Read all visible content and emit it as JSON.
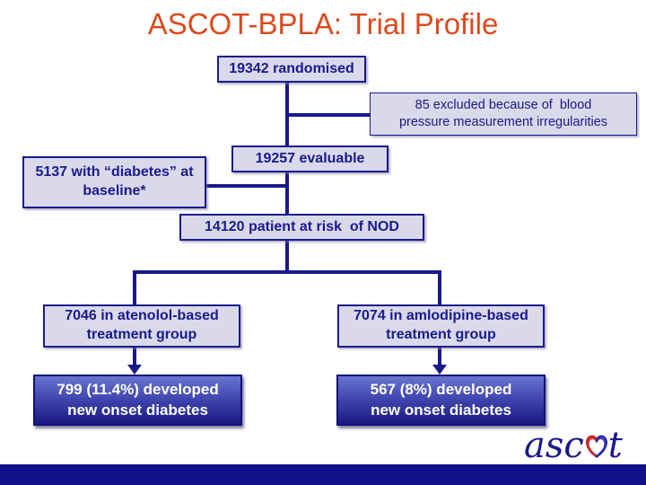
{
  "title": "ASCOT-BPLA: Trial Profile",
  "flowchart": {
    "randomised": "19342 randomised",
    "excluded": "85 excluded because of  blood\npressure measurement irregularities",
    "evaluable": "19257 evaluable",
    "diabetes_baseline": "5137 with “diabetes” at\nbaseline*",
    "at_risk": "14120 patient at risk  of NOD",
    "atenolol_group": "7046 in atenolol-based\ntreatment group",
    "amlodipine_group": "7074 in amlodipine-based\ntreatment group",
    "atenolol_outcome": "799 (11.4%) developed\nnew onset diabetes",
    "amlodipine_outcome": "567 (8%) developed\nnew onset diabetes"
  },
  "logo": {
    "prefix": "asc",
    "suffix": "t"
  },
  "colors": {
    "navy": "#18188C",
    "box_fill": "#D9D9EA",
    "title_color": "#DC4A1E",
    "outcome_gradient_top": "#6A74D0",
    "outcome_gradient_bottom": "#1A1A80",
    "bottom_bar": "#10108A",
    "logo_red": "#CC2222",
    "logo_blue": "#2B2BA8"
  }
}
